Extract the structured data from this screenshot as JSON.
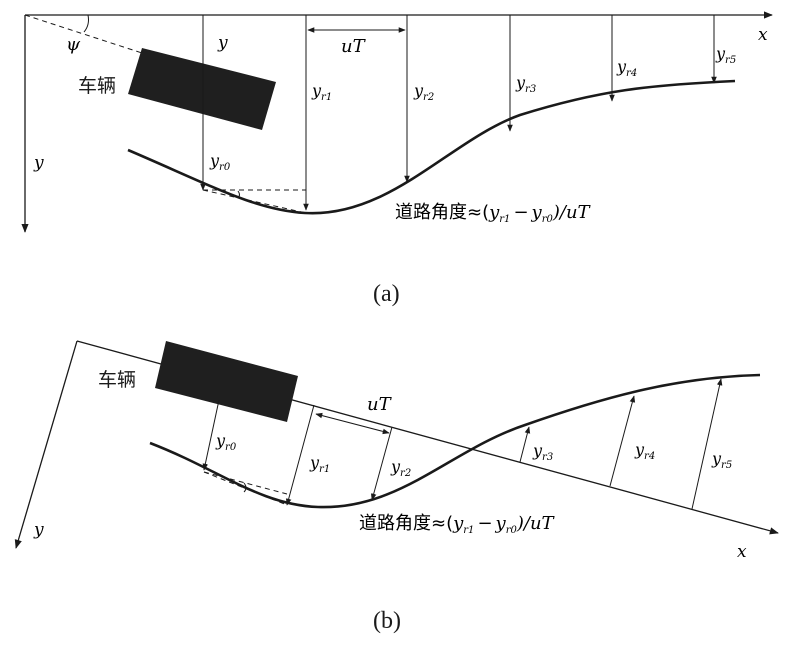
{
  "panel_a": {
    "caption": "(a)",
    "x_axis_label": "x",
    "y_axis_label": "y",
    "y_top_label": "y",
    "psi_label": "ψ",
    "vehicle_label": "车辆",
    "uT_label": "uT",
    "offset_labels": {
      "yr0": {
        "main": "y",
        "sub": "r0"
      },
      "yr1": {
        "main": "y",
        "sub": "r1"
      },
      "yr2": {
        "main": "y",
        "sub": "r2"
      },
      "yr3": {
        "main": "y",
        "sub": "r3"
      },
      "yr4": {
        "main": "y",
        "sub": "r4"
      },
      "yr5": {
        "main": "y",
        "sub": "r5"
      }
    },
    "formula": {
      "prefix": "道路角度≈(",
      "y1": "y",
      "y1_sub": "r1",
      "minus": "−",
      "y0": "y",
      "y0_sub": "r0",
      "suffix": ")/uT"
    }
  },
  "panel_b": {
    "caption": "(b)",
    "x_axis_label": "x",
    "y_axis_label": "y",
    "vehicle_label": "车辆",
    "uT_label": "uT",
    "offset_labels": {
      "yr0": {
        "main": "y",
        "sub": "r0"
      },
      "yr1": {
        "main": "y",
        "sub": "r1"
      },
      "yr2": {
        "main": "y",
        "sub": "r2"
      },
      "yr3": {
        "main": "y",
        "sub": "r3"
      },
      "yr4": {
        "main": "y",
        "sub": "r4"
      },
      "yr5": {
        "main": "y",
        "sub": "r5"
      }
    },
    "formula": {
      "prefix": "道路角度≈(",
      "y1": "y",
      "y1_sub": "r1",
      "minus": "−",
      "y0": "y",
      "y0_sub": "r0",
      "suffix": ")/uT"
    }
  }
}
